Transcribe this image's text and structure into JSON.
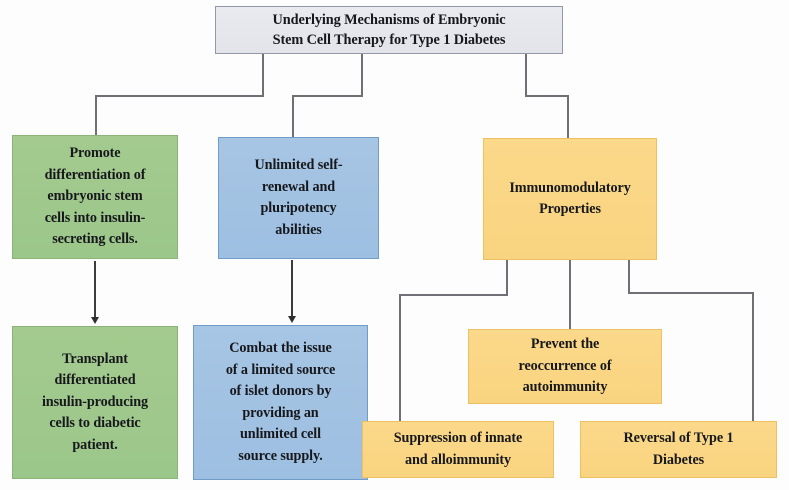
{
  "diagram": {
    "title_node": {
      "label": "Underlying Mechanisms of Embryonic\nStem Cell Therapy for Type 1 Diabetes"
    },
    "branches": {
      "differentiation": {
        "primary": "Promote\ndifferentiation of\nembryonic stem\ncells into insulin-\nsecreting cells.",
        "secondary": "Transplant\ndifferentiated\ninsulin-producing\ncells to diabetic\npatient."
      },
      "self_renewal": {
        "primary": "Unlimited self-\nrenewal and\npluripotency\nabilities",
        "secondary": "Combat the issue\nof a limited source\nof islet donors by\nproviding an\nunlimited cell\nsource supply."
      },
      "immunomodulatory": {
        "primary": "Immunomodulatory\nProperties",
        "outcomes": [
          "Prevent the\nreoccurrence of\nautoimmunity",
          "Suppression of innate\nand alloimmunity",
          "Reversal of Type 1\nDiabetes"
        ]
      }
    },
    "colors": {
      "title_fill": "#e6e7ed",
      "title_stroke": "#9298a8",
      "green_fill": "#9fc78b",
      "green_stroke": "#8ab477",
      "blue_fill": "#a1c1e2",
      "blue_stroke": "#6f9dc8",
      "orange_fill": "#f9d480",
      "orange_stroke": "#edc163",
      "connector": "#6e7076",
      "arrow": "#2e2e2e",
      "text": "#17181c",
      "background": "#fdfdfd"
    }
  }
}
